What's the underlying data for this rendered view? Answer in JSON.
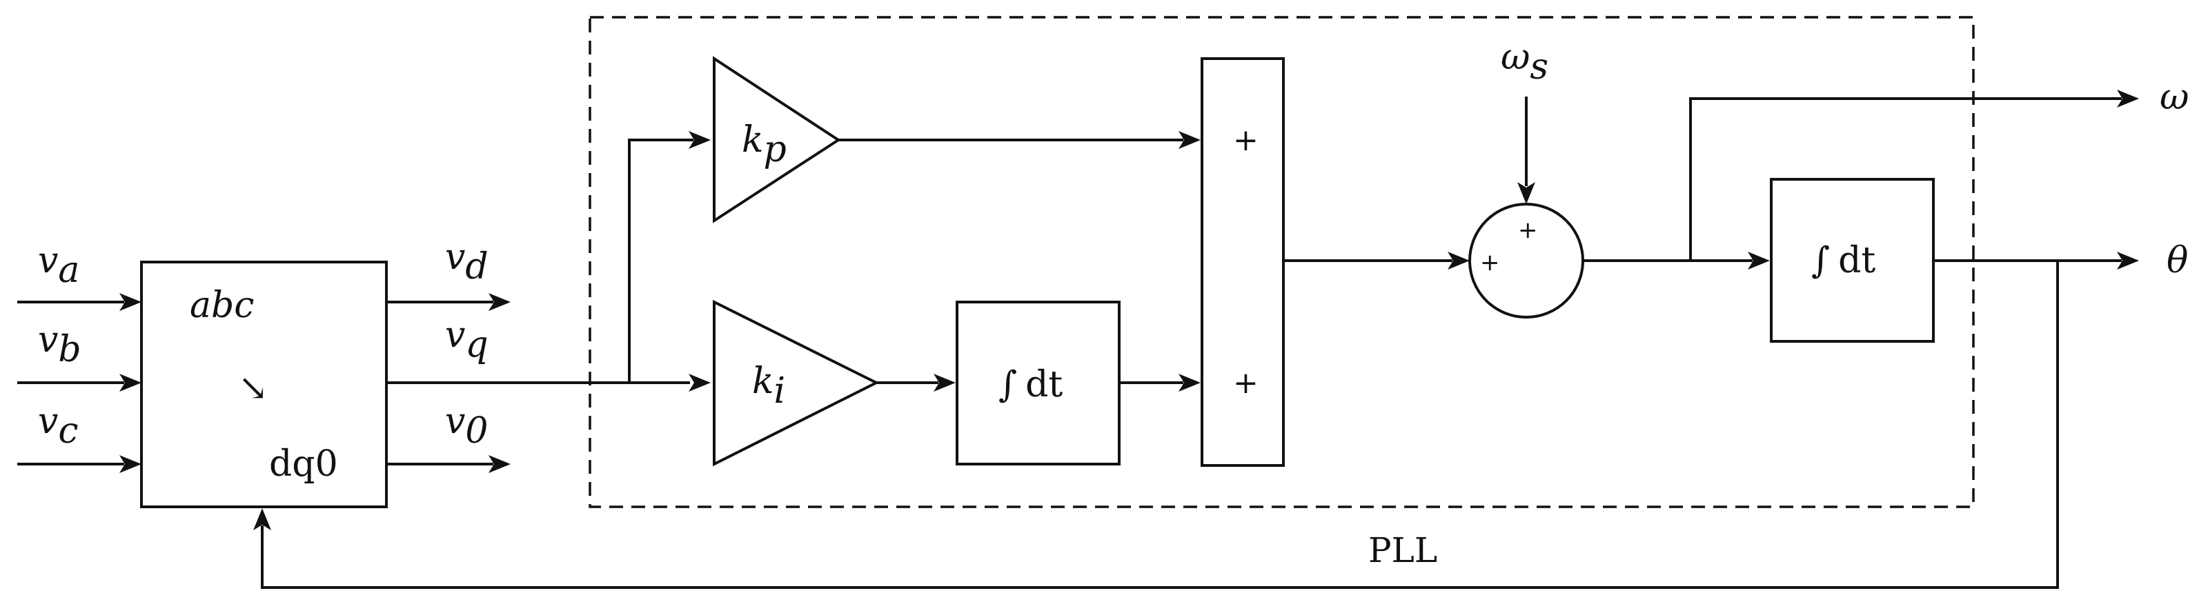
{
  "inputs": {
    "va": "v",
    "va_sub": "a",
    "vb": "v",
    "vb_sub": "b",
    "vc": "v",
    "vc_sub": "c"
  },
  "transform": {
    "from": "abc",
    "arrow": "↘",
    "to_prefix": "dq",
    "to_suffix": "0"
  },
  "outputs": {
    "vd": "v",
    "vd_sub": "d",
    "vq": "v",
    "vq_sub": "q",
    "v0": "v",
    "v0_sub": "0"
  },
  "pll": {
    "label": "PLL",
    "kp": "k",
    "kp_sub": "p",
    "ki": "k",
    "ki_sub": "i",
    "integrator_1": {
      "sym": "∫",
      "d": "d",
      "t": "t"
    },
    "integrator_2": {
      "sym": "∫",
      "d": "d",
      "t": "t"
    },
    "sum1_top_sign": "+",
    "sum1_bottom_sign": "+",
    "sum2_top_sign": "+",
    "sum2_left_sign": "+",
    "omega_s": "ω",
    "omega_s_sub": "s"
  },
  "result": {
    "omega": "ω",
    "theta": "θ"
  }
}
